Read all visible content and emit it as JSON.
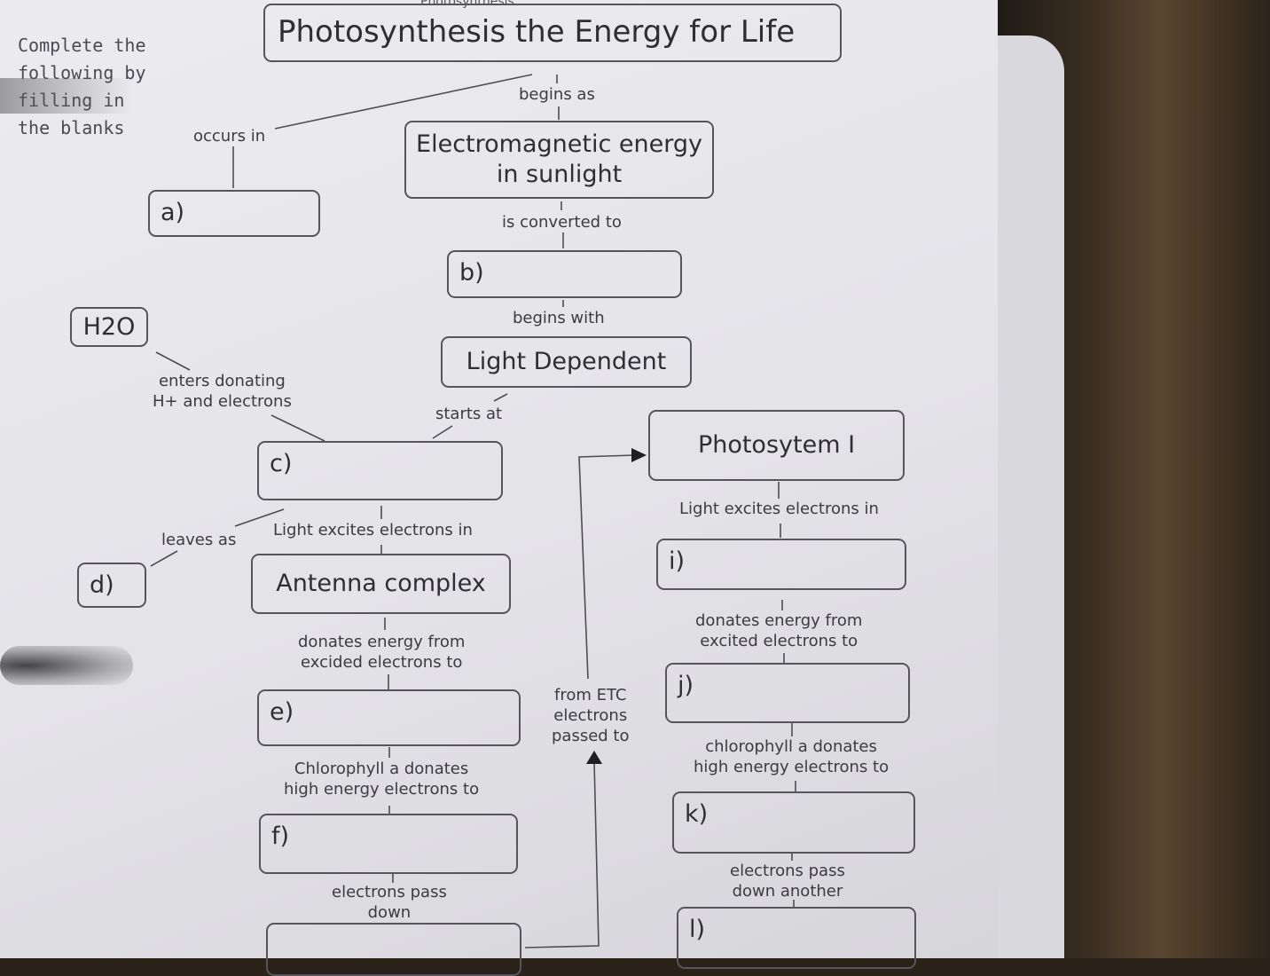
{
  "header": "Photosynthesis",
  "instructions": [
    "Complete the",
    "following by",
    "filling in",
    "the blanks"
  ],
  "title": "Photosynthesis the Energy for Life",
  "concepts": {
    "electromagnetic": [
      "Electromagnetic energy",
      "in sunlight"
    ],
    "light_dependent": "Light Dependent",
    "h2o": "H2O",
    "antenna": "Antenna complex",
    "photosystem1": "Photosytem I"
  },
  "blanks": {
    "a": "a)",
    "b": "b)",
    "c": "c)",
    "d": "d)",
    "e": "e)",
    "f": "f)",
    "i": "i)",
    "j": "j)",
    "k": "k)",
    "l": "l)"
  },
  "links": {
    "occurs_in": "occurs in",
    "begins_as": "begins as",
    "is_converted_to": "is converted to",
    "begins_with": "begins  with",
    "starts_at": "starts at",
    "enters": [
      "enters donating",
      "H+ and electrons"
    ],
    "leaves_as": "leaves as",
    "light_excites_left": "Light excites electrons in",
    "donates_left": [
      "donates energy from",
      "excided electrons to"
    ],
    "chlorophyll_left": [
      "Chlorophyll a donates",
      "high energy electrons to"
    ],
    "electrons_pass_down": [
      "electrons pass",
      "down"
    ],
    "from_etc": [
      "from ETC",
      "electrons",
      "passed to"
    ],
    "light_excites_right": "Light excites electrons in",
    "donates_right": [
      "donates energy from",
      "excited electrons to"
    ],
    "chlorophyll_right": [
      "chlorophyll a donates",
      "high energy electrons to"
    ],
    "electrons_pass_another": [
      "electrons pass",
      "down another"
    ]
  }
}
